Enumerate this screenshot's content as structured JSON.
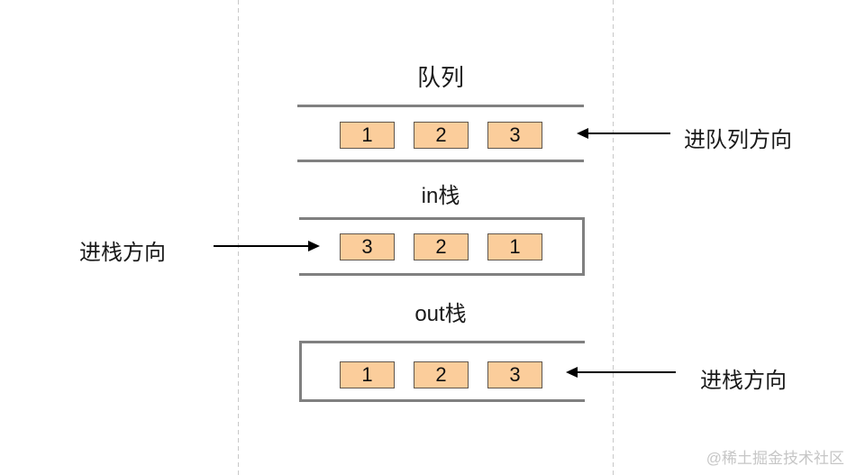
{
  "queue": {
    "title": "队列",
    "items": [
      "1",
      "2",
      "3"
    ],
    "arrow_label": "进队列方向",
    "arrow_direction": "left"
  },
  "in_stack": {
    "title": "in栈",
    "items": [
      "3",
      "2",
      "1"
    ],
    "arrow_label": "进栈方向",
    "arrow_direction": "right"
  },
  "out_stack": {
    "title": "out栈",
    "items": [
      "1",
      "2",
      "3"
    ],
    "arrow_label": "进栈方向",
    "arrow_direction": "left"
  },
  "watermark": "@稀土掘金技术社区",
  "colors": {
    "box_fill": "#fbcd9b",
    "box_border": "#5f564c",
    "track_line": "#808080",
    "guide_dash": "#c8c8c8",
    "arrow": "#000000",
    "text": "#1a1a1a",
    "watermark": "#c6c6c6"
  }
}
